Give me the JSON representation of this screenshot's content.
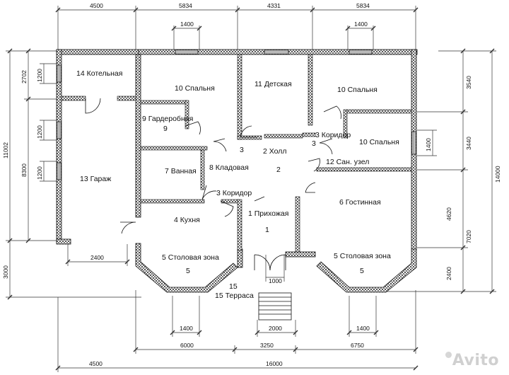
{
  "rooms": {
    "r14": "14 Котельная",
    "r10a": "10 Спальня",
    "r11": "11 Детская",
    "r10b": "10 Спальня",
    "r9": "9 Гардеробная",
    "r9n": "9",
    "r3a": "3",
    "r2": "2 Холл",
    "r3b": "3 Коридор",
    "r3c": "3",
    "r10c": "10 Спальня",
    "r13": "13 Гараж",
    "r7": "7 Ванная",
    "r8": "8 Кладовая",
    "r2n": "2",
    "r12": "12 Сан. узел",
    "r3d": "3 Коридор",
    "r6": "6 Гостинная",
    "r1": "1 Прихожая",
    "r1n": "1",
    "r4": "4 Кухня",
    "r5a": "5 Столовая зона",
    "r5an": "5",
    "r5b": "5 Столовая зона",
    "r5bn": "5",
    "r15n": "15",
    "r15": "15 Терраса"
  },
  "dims": {
    "top1": "4500",
    "top2": "5834",
    "top3": "4331",
    "top4": "5834",
    "win1": "1400",
    "win2": "1400",
    "left_a": "2702",
    "left_b": "8300",
    "left_total": "11002",
    "left_c": "3000",
    "left_w1": "1200",
    "left_w2": "1200",
    "left_w3": "1200",
    "right_a": "3540",
    "right_b": "3440",
    "right_w": "1400",
    "right_total": "14000",
    "right_c": "4620",
    "right_d": "7020",
    "right_e": "2400",
    "garage_w": "2400",
    "door_w": "1000",
    "b_w1": "1400",
    "b_w2": "2000",
    "b_w3": "1400",
    "b_1": "6000",
    "b_2": "3250",
    "b_3": "6750",
    "bot_1": "4500",
    "bot_2": "16000"
  },
  "watermark": "Avito"
}
